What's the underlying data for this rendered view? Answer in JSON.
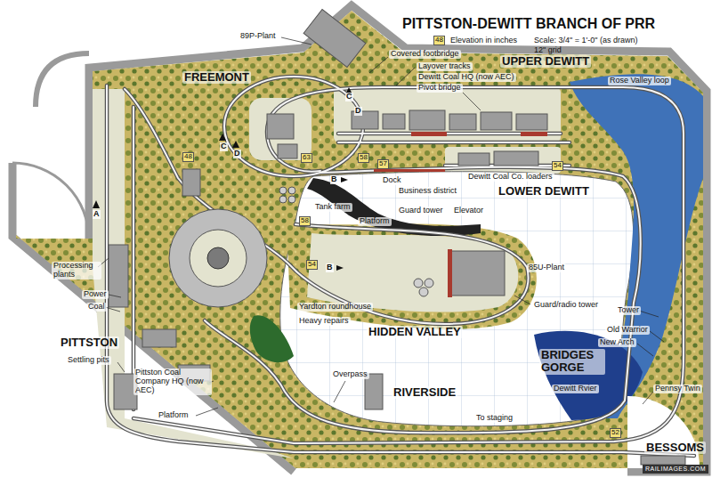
{
  "diagram": {
    "title": "PITTSTON-DEWITT BRANCH OF PRR",
    "labels": [
      "89P-Plant",
      "Covered footbridge",
      "Layover tracks",
      "Dewitt Coal HQ (now AEC)",
      "Pivot bridge",
      "UPPER DEWITT",
      "Rose Valley loop",
      "FREEMONT",
      "Scale: 3/4\" = 1'-0\" (as drawn)",
      "12\" grid",
      "48",
      "C",
      "D",
      "C",
      "D",
      "A",
      "48",
      "63",
      "58",
      "57",
      "54",
      "B",
      "Dock",
      "Business district",
      "Dewitt Coal Co. loaders",
      "LOWER DEWITT",
      "Tank farm",
      "Platform",
      "Guard tower",
      "Elevator",
      "58",
      "54",
      "B",
      "85U-Plant",
      "Guard/radio tower",
      "Processing plants",
      "Power",
      "Coal",
      "PITTSTON",
      "Settling pits",
      "Yardton roundhouse",
      "Heavy repairs",
      "HIDDEN VALLEY",
      "Pittston Coal Company HQ (now AEC)",
      "Platform",
      "Overpass",
      "RIVERSIDE",
      "To staging",
      "Tower",
      "Old Warrior",
      "New Arch",
      "BRIDGES GORGE",
      "Dewitt Rvier",
      "Pennsy Twin",
      "52",
      "BESSOMS",
      "RAILIMAGES.COM"
    ],
    "legend": [
      {
        "text": "Elevation in inches",
        "color": "#f3e27a"
      }
    ]
  }
}
